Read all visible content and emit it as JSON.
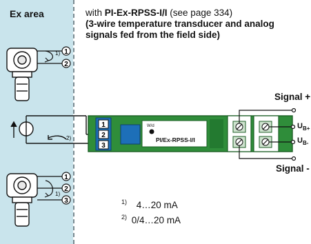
{
  "ex_area": {
    "label": "Ex area"
  },
  "header": {
    "prefix": "with ",
    "product": "PI-Ex-RPSS-I/I",
    "page_ref": " (see page 334)",
    "line2": "(3-wire temperature transducer and analog",
    "line3": "signals fed from the field side)"
  },
  "module": {
    "terminals": [
      "1",
      "2",
      "3"
    ],
    "label": "PI/Ex-RPSS-I/I",
    "wd_label": "W/d"
  },
  "signals": {
    "plus": "Signal +",
    "minus": "Signal -",
    "ub_plus_main": "U",
    "ub_plus_sub": "B+",
    "ub_minus_main": "U",
    "ub_minus_sub": "B-"
  },
  "field_devices": {
    "top": {
      "terminals": [
        "1",
        "2"
      ],
      "note_ref": "1)"
    },
    "middle": {
      "note_ref": "2)"
    },
    "bottom": {
      "terminals": [
        "1",
        "2",
        "3"
      ],
      "note_ref": "1)"
    }
  },
  "notes": [
    {
      "ref": "1)",
      "text": "4…20 mA"
    },
    {
      "ref": "2)",
      "text": "0/4…20 mA"
    }
  ],
  "colors": {
    "ex_area": "#c9e4ec",
    "module_green": "#2f8d3a",
    "module_dark": "#1f6e2b",
    "terminal_blue": "#1d6fb8"
  }
}
